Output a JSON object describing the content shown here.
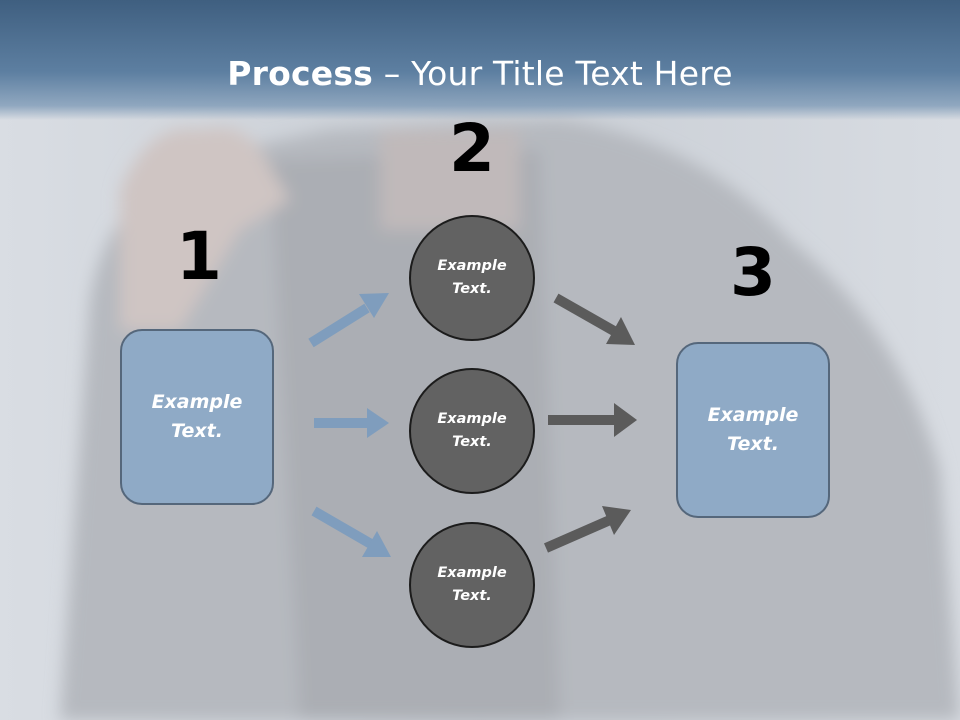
{
  "title": {
    "bold": "Process",
    "rest": " – Your Title Text Here"
  },
  "steps": {
    "n1": "1",
    "n2": "2",
    "n3": "3"
  },
  "left_box": {
    "text": "Example\nText."
  },
  "right_box": {
    "text": "Example\nText."
  },
  "circles": [
    {
      "text": "Example\nText."
    },
    {
      "text": "Example\nText."
    },
    {
      "text": "Example\nText."
    }
  ],
  "colors": {
    "title_bar": "#4a6b8e",
    "box_fill": "#8faac6",
    "box_border": "#55677b",
    "circle_fill": "#626262",
    "circle_border": "#1c1c1c",
    "blue_arrow": "#7f9dbd",
    "gray_arrow": "#5b5b5b"
  }
}
